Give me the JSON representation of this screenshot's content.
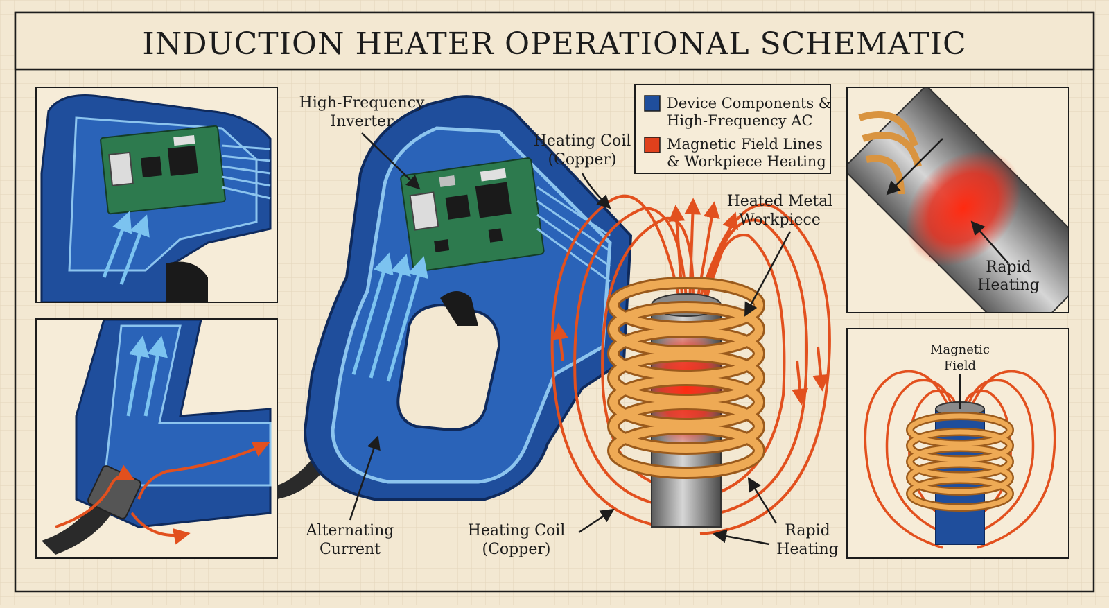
{
  "title": "INDUCTION HEATER OPERATIONAL SCHEMATIC",
  "legend": {
    "items": [
      {
        "color": "#1f4e9c",
        "line1": "Device Components &",
        "line2": "High-Frequency AC"
      },
      {
        "color": "#e0401c",
        "line1": "Magnetic Field Lines",
        "line2": "& Workpiece Heating"
      }
    ]
  },
  "labels": {
    "inverter": {
      "line1": "High-Frequency",
      "line2": "Inverter"
    },
    "coil_top": {
      "line1": "Heating Coil",
      "line2": "(Copper)"
    },
    "workpiece": {
      "line1": "Heated Metal",
      "line2": "Workpiece"
    },
    "ac": {
      "line1": "Alternating",
      "line2": "Current"
    },
    "coil_bottom": {
      "line1": "Heating Coil",
      "line2": "(Copper)"
    },
    "rapid_bottom": {
      "line1": "Rapid",
      "line2": "Heating"
    },
    "rapid_panel": {
      "line1": "Rapid",
      "line2": "Heating"
    },
    "magnetic_panel": {
      "line1": "Magnetic",
      "line2": "Field"
    }
  },
  "colors": {
    "paper": "#f3e8d2",
    "device_blue": "#1f4e9c",
    "light_blue": "#5ea8e0",
    "copper": "#e8a04a",
    "field_orange": "#e2501e",
    "heat_red": "#e0281c",
    "pcb_green": "#2d7a4e"
  }
}
